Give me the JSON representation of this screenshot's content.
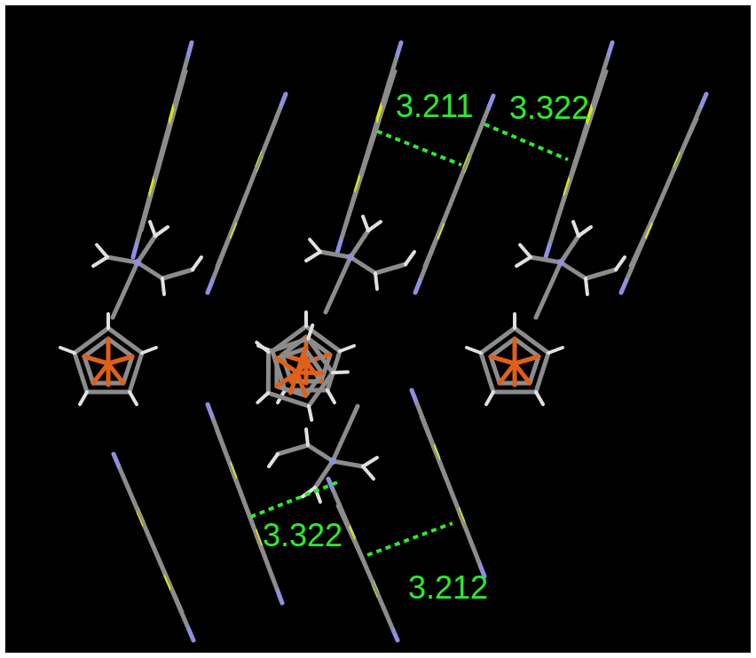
{
  "diagram": {
    "labels": [
      "3.211",
      "3.322",
      "3.322",
      "3.212"
    ]
  }
}
